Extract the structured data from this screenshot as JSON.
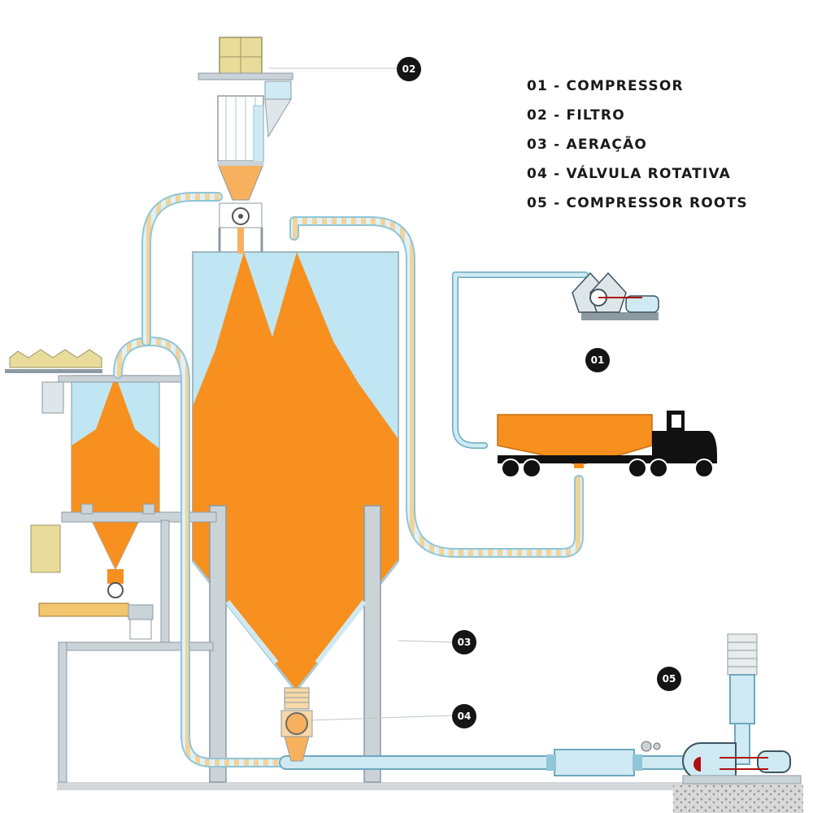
{
  "legend": [
    {
      "num": "01",
      "text": "01 - COMPRESSOR"
    },
    {
      "num": "02",
      "text": "02 - FILTRO"
    },
    {
      "num": "03",
      "text": "03 - AERAÇÃO"
    },
    {
      "num": "04",
      "text": "04 - VÁLVULA ROTATIVA"
    },
    {
      "num": "05",
      "text": "05 - COMPRESSOR ROOTS"
    }
  ],
  "markers": {
    "m01": "01",
    "m02": "02",
    "m03": "03",
    "m04": "04",
    "m05": "05"
  },
  "colors": {
    "material": "#f7901e",
    "air_space": "#bfe6f2",
    "pipe": "#cfeaf3",
    "pipe_outline": "#8fc6d8",
    "steel": "#c9d3d8",
    "steel_dark": "#8e9aa1",
    "truck": "#111111",
    "label": "#151515"
  }
}
